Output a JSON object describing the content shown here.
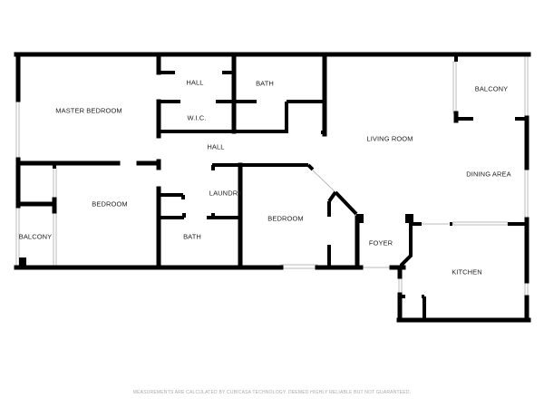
{
  "floorplan": {
    "rooms": {
      "master_bedroom": "MASTER BEDROOM",
      "hall_top": "HALL",
      "bath_top": "BATH",
      "wic": "W.I.C.",
      "hall_mid": "HALL",
      "living_room": "LIVING ROOM",
      "balcony_right": "BALCONY",
      "dining_area": "DINING AREA",
      "bedroom_left": "BEDROOM",
      "laundry": "LAUNDRY",
      "bedroom_mid": "BEDROOM",
      "balcony_left": "BALCONY",
      "bath_bottom": "BATH",
      "foyer": "FOYER",
      "kitchen": "KITCHEN"
    },
    "disclaimer": "MEASUREMENTS ARE CALCULATED BY CUBICASA TECHNOLOGY. DEEMED HIGHLY RELIABLE BUT NOT GUARANTEED."
  }
}
